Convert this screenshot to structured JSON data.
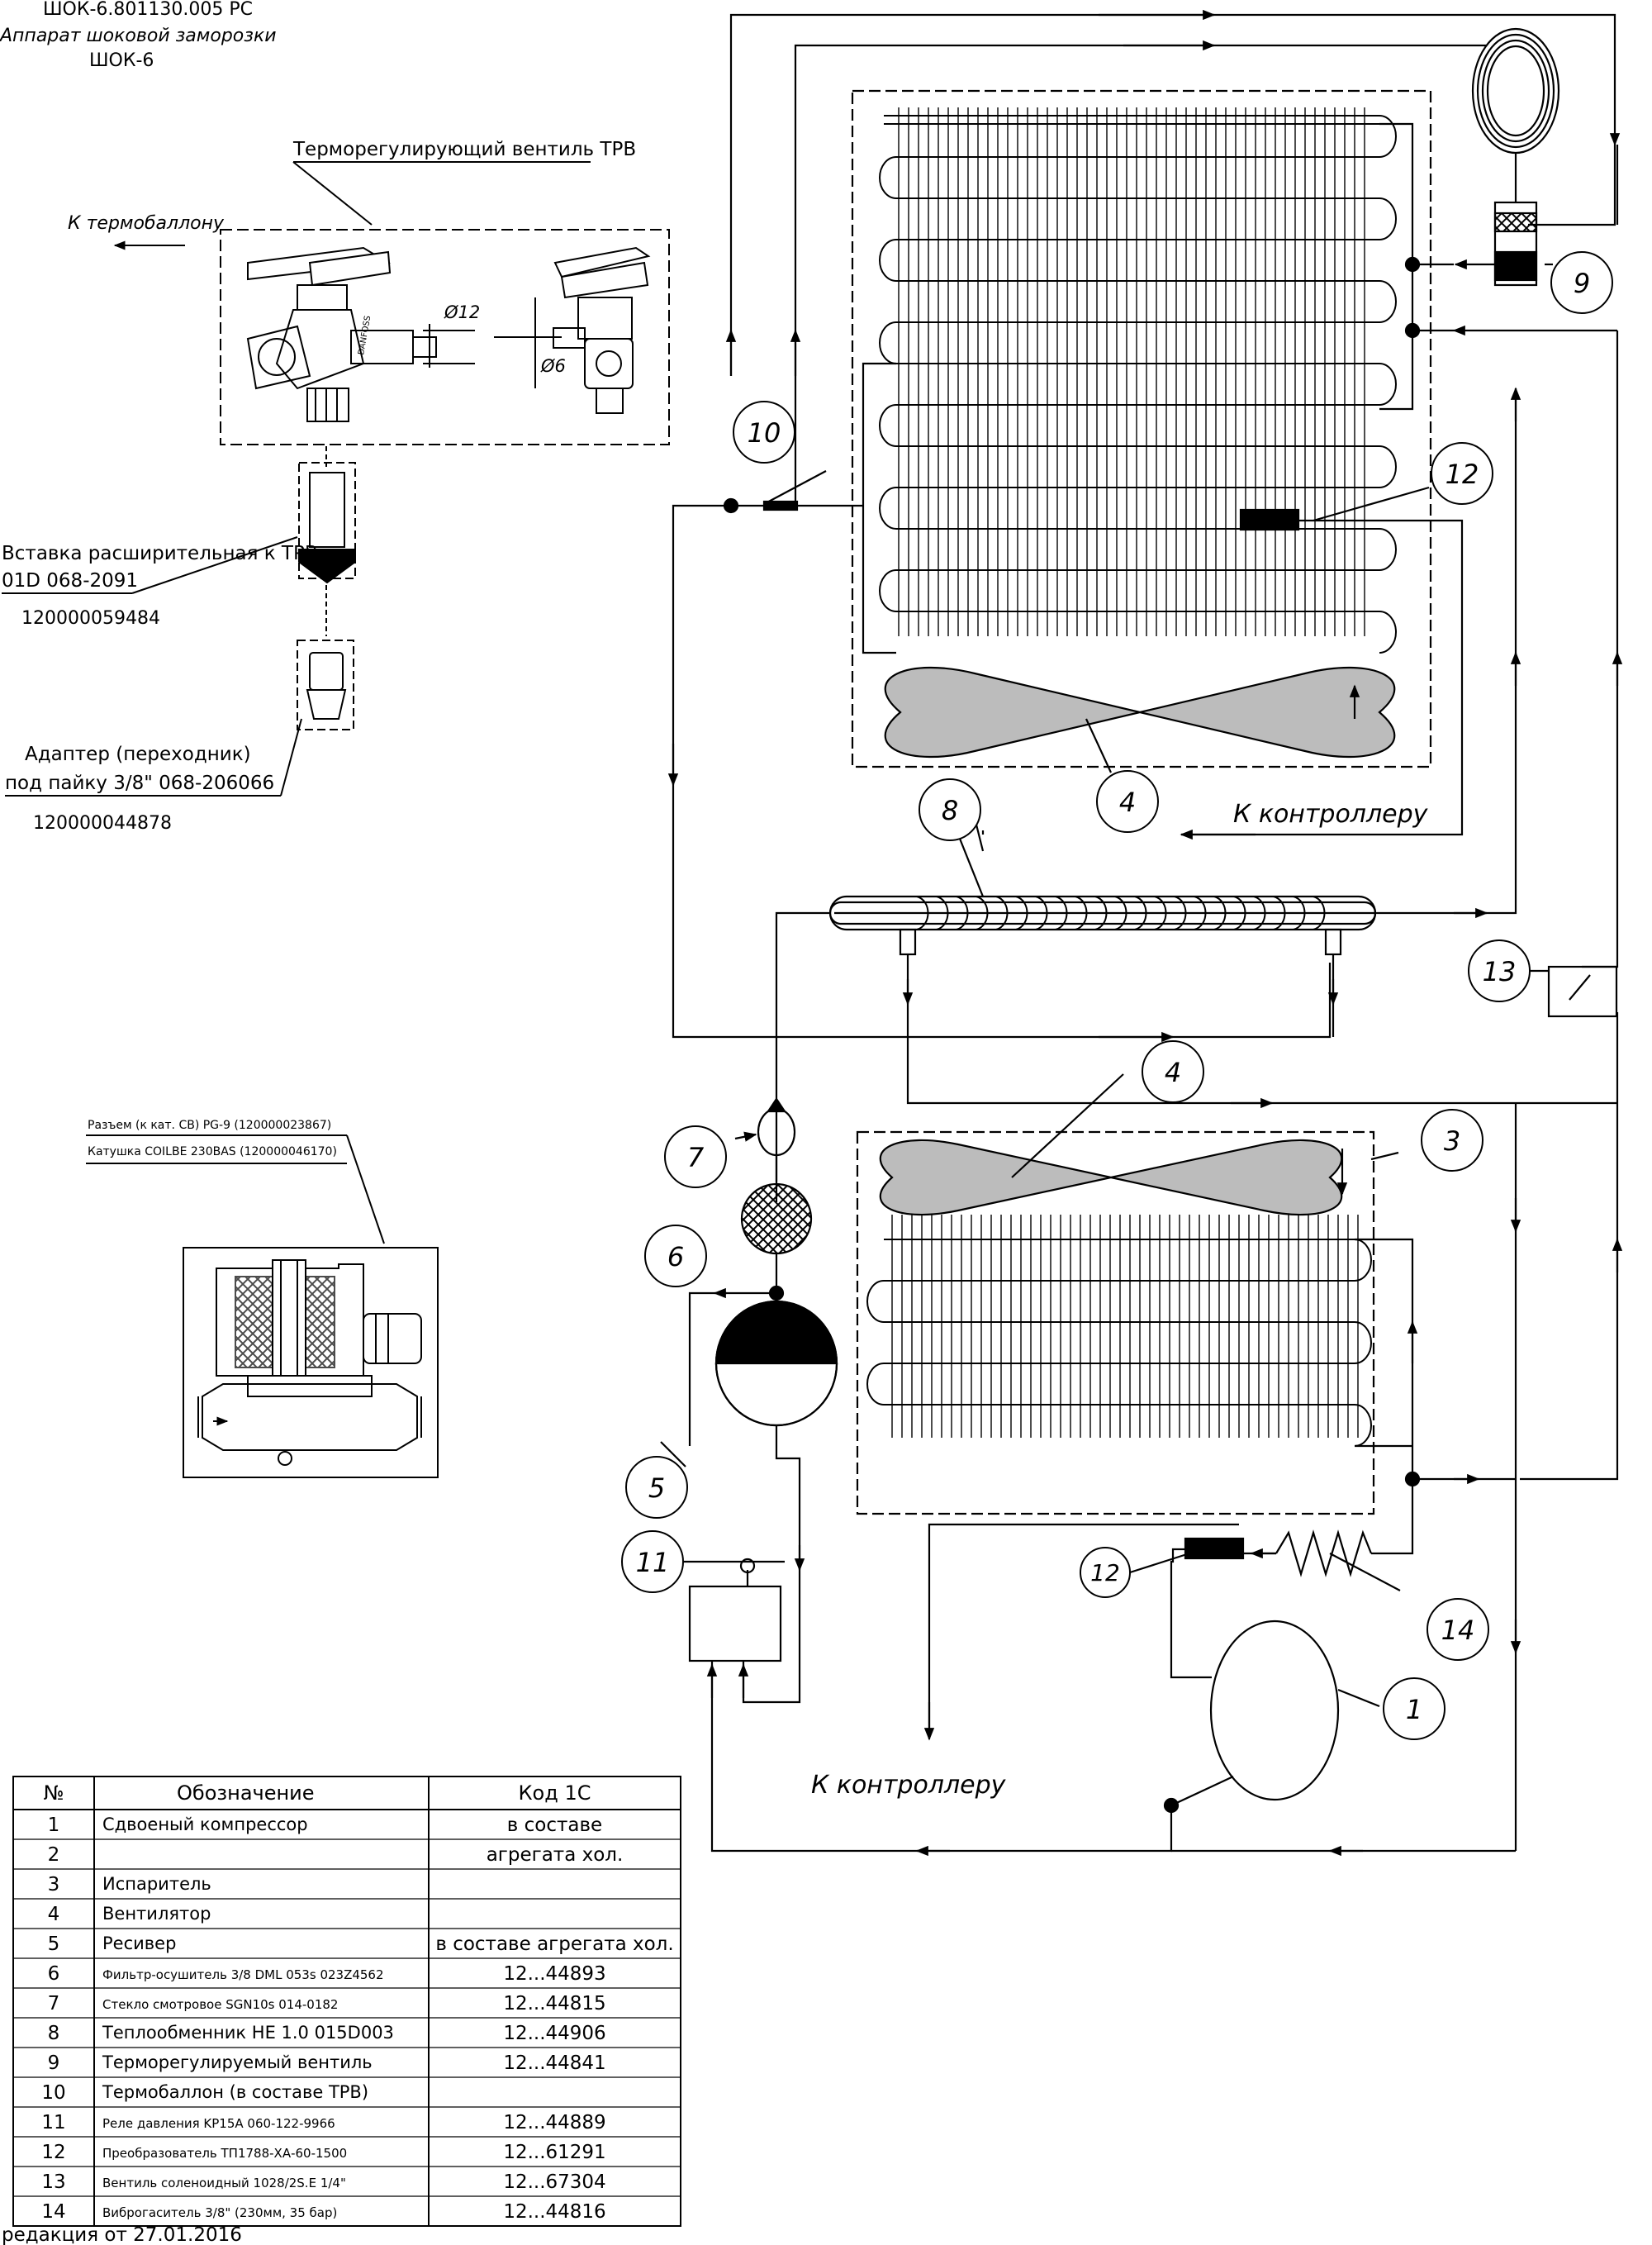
{
  "header": {
    "code": "ШОК-6.801130.005 РС",
    "title": "Аппарат шоковой заморозки",
    "model": "ШОК-6"
  },
  "trv": {
    "title": "Терморегулирующий вентиль ТРВ",
    "to_bulb": "К термобаллону",
    "d12": "Ø12",
    "d6": "Ø6",
    "brand": "DANFOSS"
  },
  "insert": {
    "label1": "Вставка расширительная к ТРВ",
    "label2": "01D 068-2091",
    "code": "120000059484"
  },
  "adapter": {
    "label1": "Адаптер (переходник)",
    "label2": "под пайку 3/8\" 068-206066",
    "code": "120000044878"
  },
  "solenoid": {
    "connector": "Разъем (к кат. СВ) PG-9 (120000023867)",
    "coil": "Катушка COILBE 230BAS (120000046170)"
  },
  "diagram": {
    "to_controller_1": "К контроллеру",
    "to_controller_2": "К контроллеру",
    "callouts": [
      "1",
      "3",
      "4",
      "4",
      "5",
      "6",
      "7",
      "8",
      "9",
      "10",
      "11",
      "12",
      "12",
      "13",
      "14"
    ]
  },
  "parts_table": {
    "headers": [
      "№",
      "Обозначение",
      "Код 1С"
    ],
    "rows": [
      {
        "num": "1",
        "name": "Сдвоеный компрессор",
        "code": "в составе"
      },
      {
        "num": "2",
        "name": "",
        "code": "агрегата хол."
      },
      {
        "num": "3",
        "name": "Испаритель",
        "code": ""
      },
      {
        "num": "4",
        "name": "Вентилятор",
        "code": ""
      },
      {
        "num": "5",
        "name": "Ресивер",
        "code": "в составе агрегата хол."
      },
      {
        "num": "6",
        "name": "Фильтр-осушитель 3/8 DML 053s 023Z4562",
        "code": "12...44893"
      },
      {
        "num": "7",
        "name": "Стекло смотровое SGN10s 014-0182",
        "code": "12...44815"
      },
      {
        "num": "8",
        "name": "Теплообменник HE 1.0 015D003",
        "code": "12...44906"
      },
      {
        "num": "9",
        "name": "Терморегулируемый вентиль",
        "code": "12...44841"
      },
      {
        "num": "10",
        "name": "Термобаллон (в составе ТРВ)",
        "code": ""
      },
      {
        "num": "11",
        "name": "Реле давления KP15A 060-122-9966",
        "code": "12...44889"
      },
      {
        "num": "12",
        "name": "Преобразователь ТП1788-ХА-60-1500",
        "code": "12...61291"
      },
      {
        "num": "13",
        "name": "Вентиль соленоидный 1028/2S.E 1/4\"",
        "code": "12...67304"
      },
      {
        "num": "14",
        "name": "Виброгаситель 3/8\" (230мм, 35 бар)",
        "code": "12...44816"
      }
    ]
  },
  "footer": "редакция от 27.01.2016"
}
